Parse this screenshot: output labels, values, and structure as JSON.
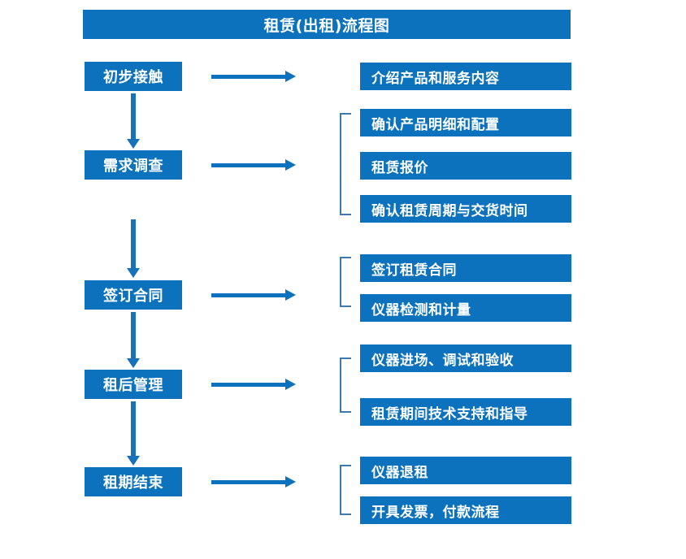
{
  "title": "租赁(出租)流程图",
  "colors": {
    "primary": "#0c72bd",
    "arrow": "#1572bb",
    "bracket": "#3f79ab",
    "background": "#ffffff",
    "text": "#ffffff"
  },
  "stages": [
    {
      "id": "stage-1",
      "label": "初步接触"
    },
    {
      "id": "stage-2",
      "label": "需求调查"
    },
    {
      "id": "stage-3",
      "label": "签订合同"
    },
    {
      "id": "stage-4",
      "label": "租后管理"
    },
    {
      "id": "stage-5",
      "label": "租期结束"
    }
  ],
  "details": [
    {
      "id": "detail-1",
      "label": "介绍产品和服务内容"
    },
    {
      "id": "detail-2",
      "label": "确认产品明细和配置"
    },
    {
      "id": "detail-3",
      "label": "租赁报价"
    },
    {
      "id": "detail-4",
      "label": "确认租赁周期与交货时间"
    },
    {
      "id": "detail-5",
      "label": "签订租赁合同"
    },
    {
      "id": "detail-6",
      "label": "仪器检测和计量"
    },
    {
      "id": "detail-7",
      "label": "仪器进场、调试和验收"
    },
    {
      "id": "detail-8",
      "label": "租赁期间技术支持和指导"
    },
    {
      "id": "detail-9",
      "label": "仪器退租"
    },
    {
      "id": "detail-10",
      "label": "开具发票，付款流程"
    }
  ],
  "groups": [
    {
      "id": "group-2",
      "stage": "需求调查",
      "members": [
        "确认产品明细和配置",
        "租赁报价",
        "确认租赁周期与交货时间"
      ]
    },
    {
      "id": "group-3",
      "stage": "签订合同",
      "members": [
        "签订租赁合同",
        "仪器检测和计量"
      ]
    },
    {
      "id": "group-4",
      "stage": "租后管理",
      "members": [
        "仪器进场、调试和验收",
        "租赁期间技术支持和指导"
      ]
    },
    {
      "id": "group-5",
      "stage": "租期结束",
      "members": [
        "仪器退租",
        "开具发票，付款流程"
      ]
    }
  ]
}
